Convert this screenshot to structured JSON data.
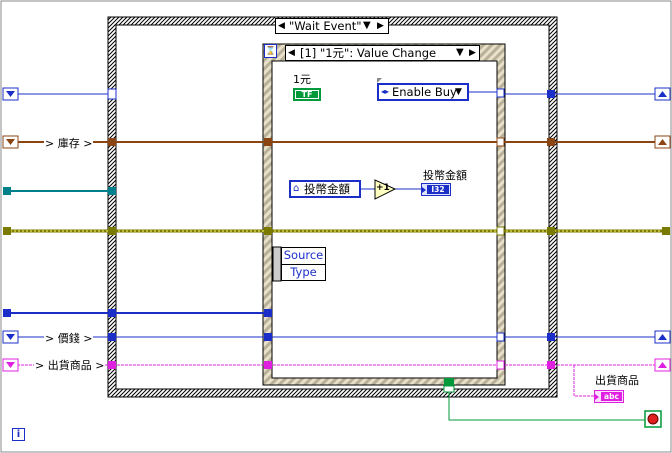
{
  "outer_case": {
    "selector_label": "\"Wait Event\""
  },
  "inner_event": {
    "selector_label": "[1] \"1元\": Value Change",
    "timeout_terminal": "⌛"
  },
  "nodes": {
    "bool_caption": "1元",
    "bool_terminal": "TF",
    "enable_buy_label": "Enable Buy",
    "coin_local_label": "投幣金額",
    "increment_label": "+1",
    "coin_indicator_caption": "投幣金額",
    "coin_indicator_type": "I32",
    "event_source_label": "Source",
    "event_type_label": "Type",
    "dispensed_caption": "出貨商品",
    "dispensed_type": "abc"
  },
  "wires": {
    "inventory_label": "> 庫存 >",
    "price_label": "> 價錢 >",
    "dispensed_label": "> 出貨商品 >"
  },
  "misc": {
    "info_icon": "i"
  },
  "colors": {
    "blue": "#1b2fc8",
    "brown": "#8b4513",
    "teal": "#00808a",
    "olive": "#7a7a00",
    "pink": "#e020e0",
    "green": "#009a3a"
  }
}
